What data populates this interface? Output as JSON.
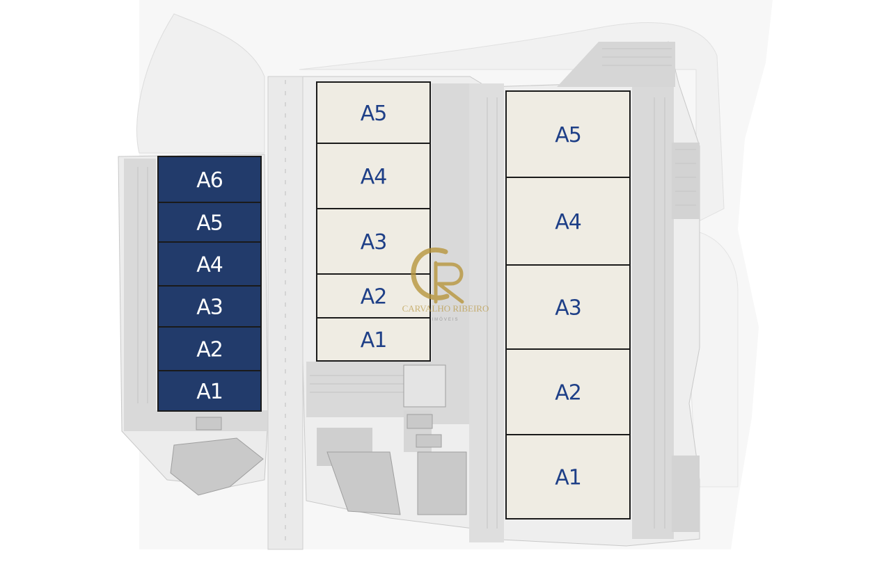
{
  "colors": {
    "leased_unit": "#223b6b",
    "available_unit": "#efece3",
    "pavement": "#dadada",
    "grounds": "#f3f3f3",
    "outline": "#1a1a1a",
    "label_blue": "#1e3f87",
    "watermark_gold": "#b8963e"
  },
  "buildings": [
    {
      "id": "building-1",
      "style": "leased",
      "units": [
        {
          "label": "A6"
        },
        {
          "label": "A5"
        },
        {
          "label": "A4"
        },
        {
          "label": "A3"
        },
        {
          "label": "A2"
        },
        {
          "label": "A1"
        }
      ]
    },
    {
      "id": "building-2",
      "style": "available",
      "units": [
        {
          "label": "A5"
        },
        {
          "label": "A4"
        },
        {
          "label": "A3"
        },
        {
          "label": "A2"
        },
        {
          "label": "A1"
        }
      ]
    },
    {
      "id": "building-3",
      "style": "available",
      "units": [
        {
          "label": "A5"
        },
        {
          "label": "A4"
        },
        {
          "label": "A3"
        },
        {
          "label": "A2"
        },
        {
          "label": "A1"
        }
      ]
    }
  ],
  "watermark": {
    "monogram": "CR",
    "name": "CARVALHO RIBEIRO",
    "tagline": "IMÓVEIS",
    "icon": "cr-monogram-logo"
  }
}
